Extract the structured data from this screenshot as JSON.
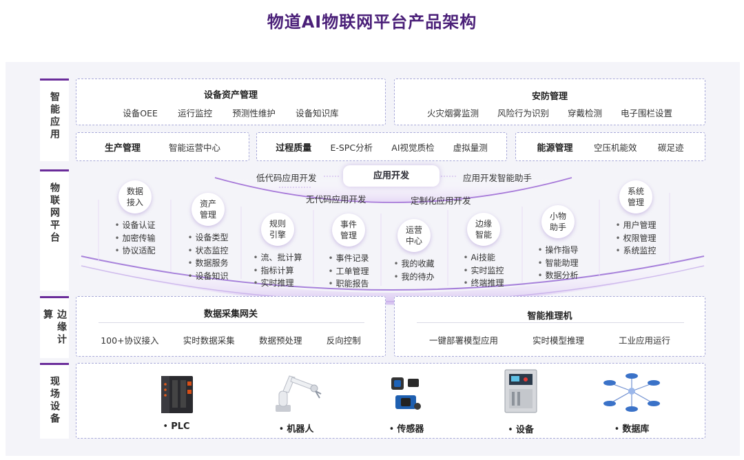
{
  "title": "物道AI物联网平台产品架构",
  "layers": {
    "smart_app": "智能应用",
    "iot_platform": "物联网平台",
    "edge": "边缘计算",
    "field": "现场设备"
  },
  "smart_app": {
    "asset": {
      "title": "设备资产管理",
      "items": [
        "设备OEE",
        "运行监控",
        "预测性维护",
        "设备知识库"
      ]
    },
    "security": {
      "title": "安防管理",
      "items": [
        "火灾烟雾监测",
        "风险行为识别",
        "穿戴检测",
        "电子围栏设置"
      ]
    },
    "production": {
      "title": "生产管理",
      "items": [
        "智能运营中心"
      ]
    },
    "quality": {
      "title": "过程质量",
      "items": [
        "E-SPC分析",
        "AI视觉质检",
        "虚拟量测"
      ]
    },
    "energy": {
      "title": "能源管理",
      "items": [
        "空压机能效",
        "碳足迹"
      ]
    }
  },
  "iot": {
    "app_dev": {
      "center": "应用开发",
      "low_code": "低代码应用开发",
      "assistant": "应用开发智能助手",
      "no_code": "无代码应用开发",
      "custom": "定制化应用开发"
    },
    "modules": [
      {
        "name1": "数据",
        "name2": "接入",
        "items": [
          "设备认证",
          "加密传输",
          "协议适配"
        ]
      },
      {
        "name1": "资产",
        "name2": "管理",
        "items": [
          "设备类型",
          "状态监控",
          "数据服务",
          "设备知识"
        ]
      },
      {
        "name1": "规则",
        "name2": "引擎",
        "items": [
          "流、批计算",
          "指标计算",
          "实时推理"
        ]
      },
      {
        "name1": "事件",
        "name2": "管理",
        "items": [
          "事件记录",
          "工单管理",
          "职能报告"
        ]
      },
      {
        "name1": "运营",
        "name2": "中心",
        "items": [
          "我的收藏",
          "我的待办"
        ]
      },
      {
        "name1": "边缘",
        "name2": "智能",
        "items": [
          "Ai技能",
          "实时监控",
          "终端推理"
        ]
      },
      {
        "name1": "小物",
        "name2": "助手",
        "items": [
          "操作指导",
          "智能助理",
          "数据分析"
        ]
      },
      {
        "name1": "系统",
        "name2": "管理",
        "items": [
          "用户管理",
          "权限管理",
          "系统监控"
        ]
      }
    ]
  },
  "edge": {
    "gateway": {
      "title": "数据采集网关",
      "items": [
        "100+协议接入",
        "实时数据采集",
        "数据预处理",
        "反向控制"
      ]
    },
    "inference": {
      "title": "智能推理机",
      "items": [
        "一键部署模型应用",
        "实时模型推理",
        "工业应用运行"
      ]
    }
  },
  "field": {
    "devices": [
      "PLC",
      "机器人",
      "传感器",
      "设备",
      "数据库"
    ]
  },
  "colors": {
    "accent": "#6a2c9a",
    "title": "#4a1f78",
    "dashed_border": "#a7a8d8",
    "panel_bg": "#f4f4f9"
  }
}
